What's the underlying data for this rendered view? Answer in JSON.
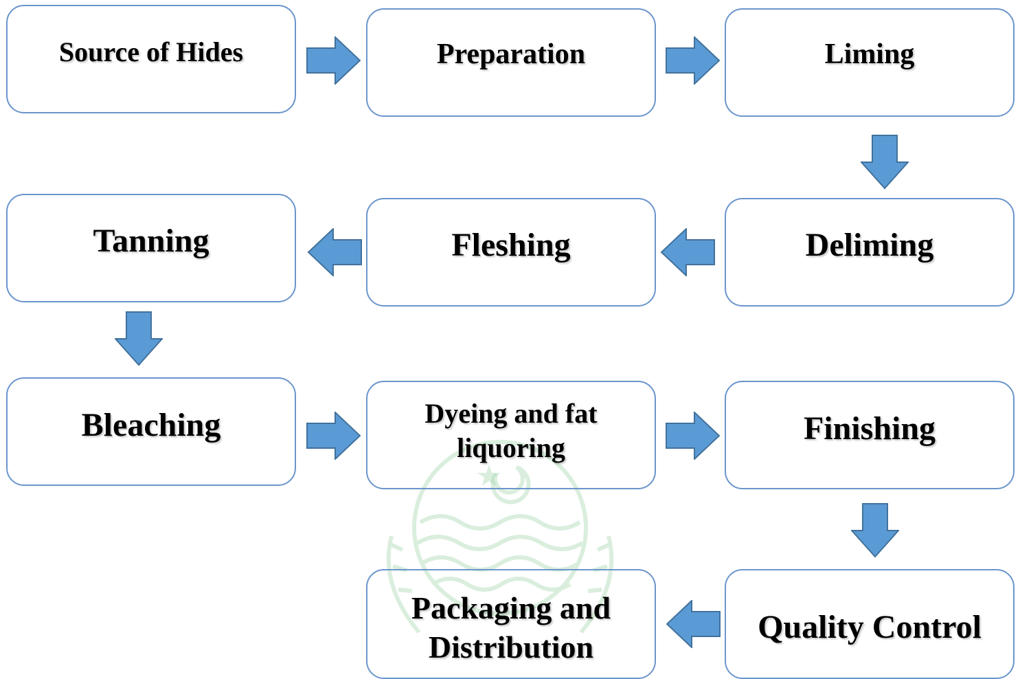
{
  "diagram": {
    "steps": {
      "source_of_hides": "Source of Hides",
      "preparation": "Preparation",
      "liming": "Liming",
      "tanning": "Tanning",
      "fleshing": "Fleshing",
      "deliming": "Deliming",
      "bleaching": "Bleaching",
      "dyeing_line1": "Dyeing and fat",
      "dyeing_line2": "liquoring",
      "finishing": "Finishing",
      "packaging_line1": "Packaging and",
      "packaging_line2": "Distribution",
      "quality_control": "Quality Control"
    },
    "colors": {
      "box_border": "#6a95cc",
      "arrow_fill": "#5b9bd5",
      "arrow_stroke": "#41719c",
      "watermark": "#9fd3a8"
    },
    "icons": {
      "arrow": "block-arrow-icon",
      "watermark": "punjab-government-emblem"
    }
  }
}
